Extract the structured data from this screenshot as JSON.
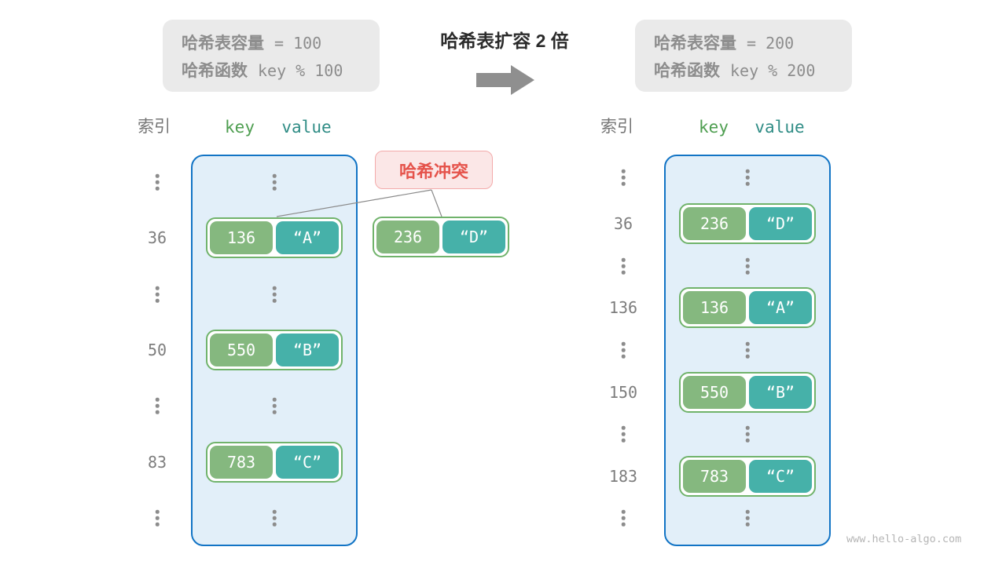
{
  "colors": {
    "key-block": "#85b87f",
    "value-block": "#46b1a9",
    "pair-border": "#70b36b",
    "container-border": "#1274c5",
    "container-fill": "#e2eff9",
    "collision-fill": "#fbe7e7",
    "collision-border": "#f3abab",
    "collision-text": "#e5534b",
    "gray-box-fill": "#eaeaea",
    "gray-text": "#8d8d8d",
    "index-text": "#7d7d7d",
    "header-index": "#757575",
    "header-key": "#4e9e50",
    "header-value": "#2f8c85",
    "title-text": "#2b2b2b",
    "arrow": "#8f8f8f",
    "connector-line": "#8a8a8a",
    "dot": "#8c8c8c",
    "watermark": "#b5b5b5"
  },
  "before_box": {
    "capacity_label": "哈希表容量",
    "capacity_value": "= 100",
    "func_label": "哈希函数",
    "func_value": "key % 100"
  },
  "transition": {
    "title": "哈希表扩容 2 倍"
  },
  "after_box": {
    "capacity_label": "哈希表容量",
    "capacity_value": "= 200",
    "func_label": "哈希函数",
    "func_value": "key % 200"
  },
  "collision": {
    "label": "哈希冲突",
    "pair": {
      "key": "236",
      "value": "“D”"
    }
  },
  "left_table": {
    "header": {
      "index": "索引",
      "key": "key",
      "value": "value"
    },
    "rows": [
      {
        "type": "ellipsis"
      },
      {
        "type": "pair",
        "index": "36",
        "key": "136",
        "value": "“A”"
      },
      {
        "type": "ellipsis"
      },
      {
        "type": "pair",
        "index": "50",
        "key": "550",
        "value": "“B”"
      },
      {
        "type": "ellipsis"
      },
      {
        "type": "pair",
        "index": "83",
        "key": "783",
        "value": "“C”"
      },
      {
        "type": "ellipsis"
      }
    ]
  },
  "right_table": {
    "header": {
      "index": "索引",
      "key": "key",
      "value": "value"
    },
    "rows": [
      {
        "type": "ellipsis"
      },
      {
        "type": "pair",
        "index": "36",
        "key": "236",
        "value": "“D”"
      },
      {
        "type": "ellipsis"
      },
      {
        "type": "pair",
        "index": "136",
        "key": "136",
        "value": "“A”"
      },
      {
        "type": "ellipsis"
      },
      {
        "type": "pair",
        "index": "150",
        "key": "550",
        "value": "“B”"
      },
      {
        "type": "ellipsis"
      },
      {
        "type": "pair",
        "index": "183",
        "key": "783",
        "value": "“C”"
      },
      {
        "type": "ellipsis"
      }
    ]
  },
  "watermark": "www.hello-algo.com"
}
